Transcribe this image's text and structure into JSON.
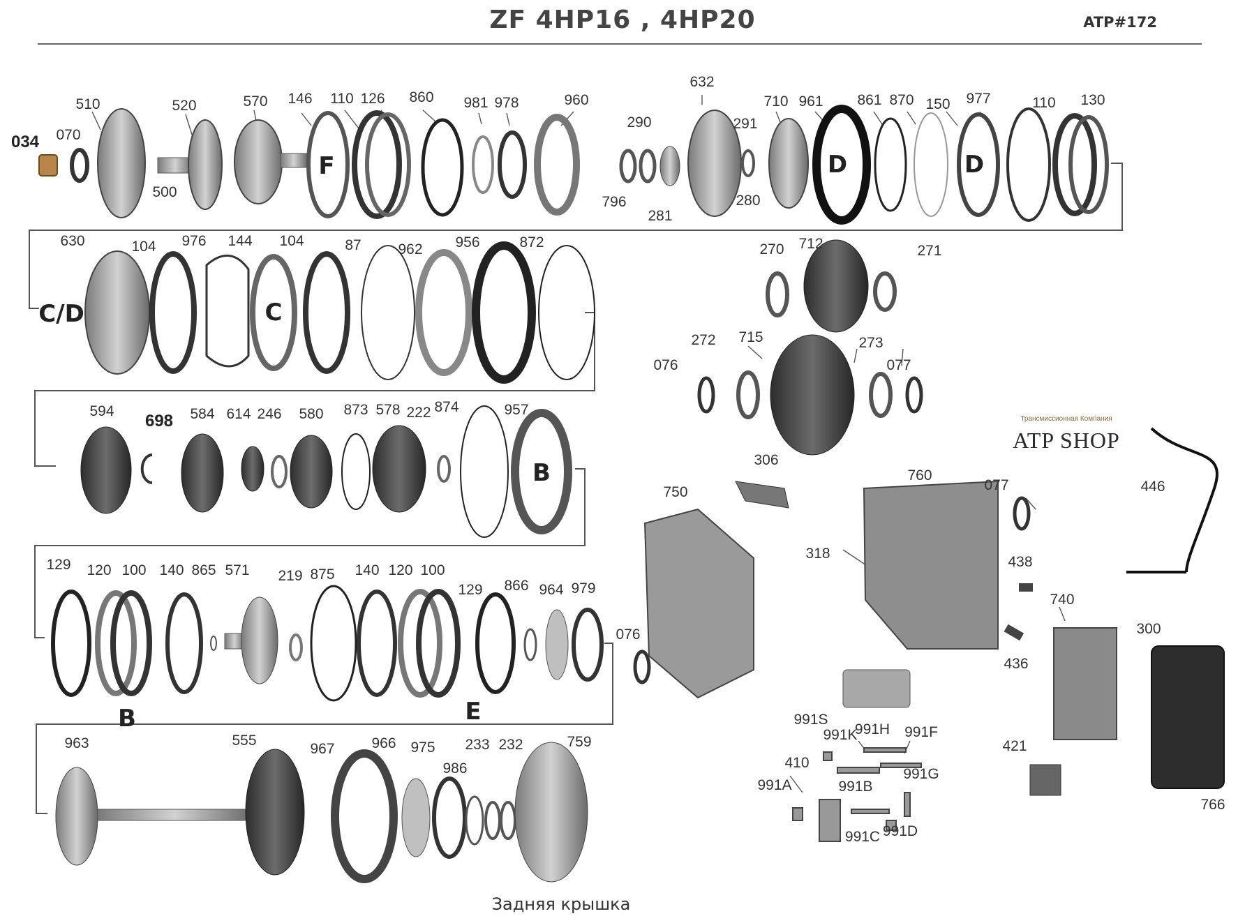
{
  "header": {
    "title": "ZF 4HP16 , 4HP20",
    "ref": "ATP#172"
  },
  "logo": {
    "top_text": "Трансмиссионная Компания",
    "main_text": "ATP SHOP"
  },
  "caption": "Задняя крышка",
  "clutch_letters": [
    "F",
    "D",
    "D",
    "C/D",
    "C",
    "B",
    "B",
    "E"
  ],
  "part_numbers": [
    "510",
    "520",
    "570",
    "146",
    "110",
    "126",
    "860",
    "981",
    "978",
    "960",
    "034",
    "070",
    "500",
    "632",
    "290",
    "291",
    "710",
    "961",
    "861",
    "870",
    "150",
    "977",
    "110",
    "130",
    "796",
    "281",
    "280",
    "630",
    "104",
    "976",
    "144",
    "104",
    "87",
    "962",
    "956",
    "872",
    "270",
    "712",
    "271",
    "272",
    "715",
    "273",
    "076",
    "077",
    "594",
    "698",
    "584",
    "614",
    "246",
    "580",
    "873",
    "578",
    "222",
    "874",
    "957",
    "306",
    "750",
    "760",
    "077",
    "318",
    "129",
    "120",
    "100",
    "140",
    "865",
    "571",
    "219",
    "875",
    "140",
    "120",
    "100",
    "129",
    "866",
    "964",
    "979",
    "076",
    "438",
    "436",
    "740",
    "421",
    "300",
    "766",
    "446",
    "963",
    "555",
    "967",
    "966",
    "975",
    "233",
    "232",
    "986",
    "759",
    "991S",
    "991K",
    "991H",
    "991F",
    "410",
    "991G",
    "991A",
    "991B",
    "991C",
    "991D"
  ],
  "colors": {
    "line": "#555555",
    "part_fill": "#b9b9b9",
    "part_dark": "#4a4a4a",
    "accent": "#b8860b"
  }
}
